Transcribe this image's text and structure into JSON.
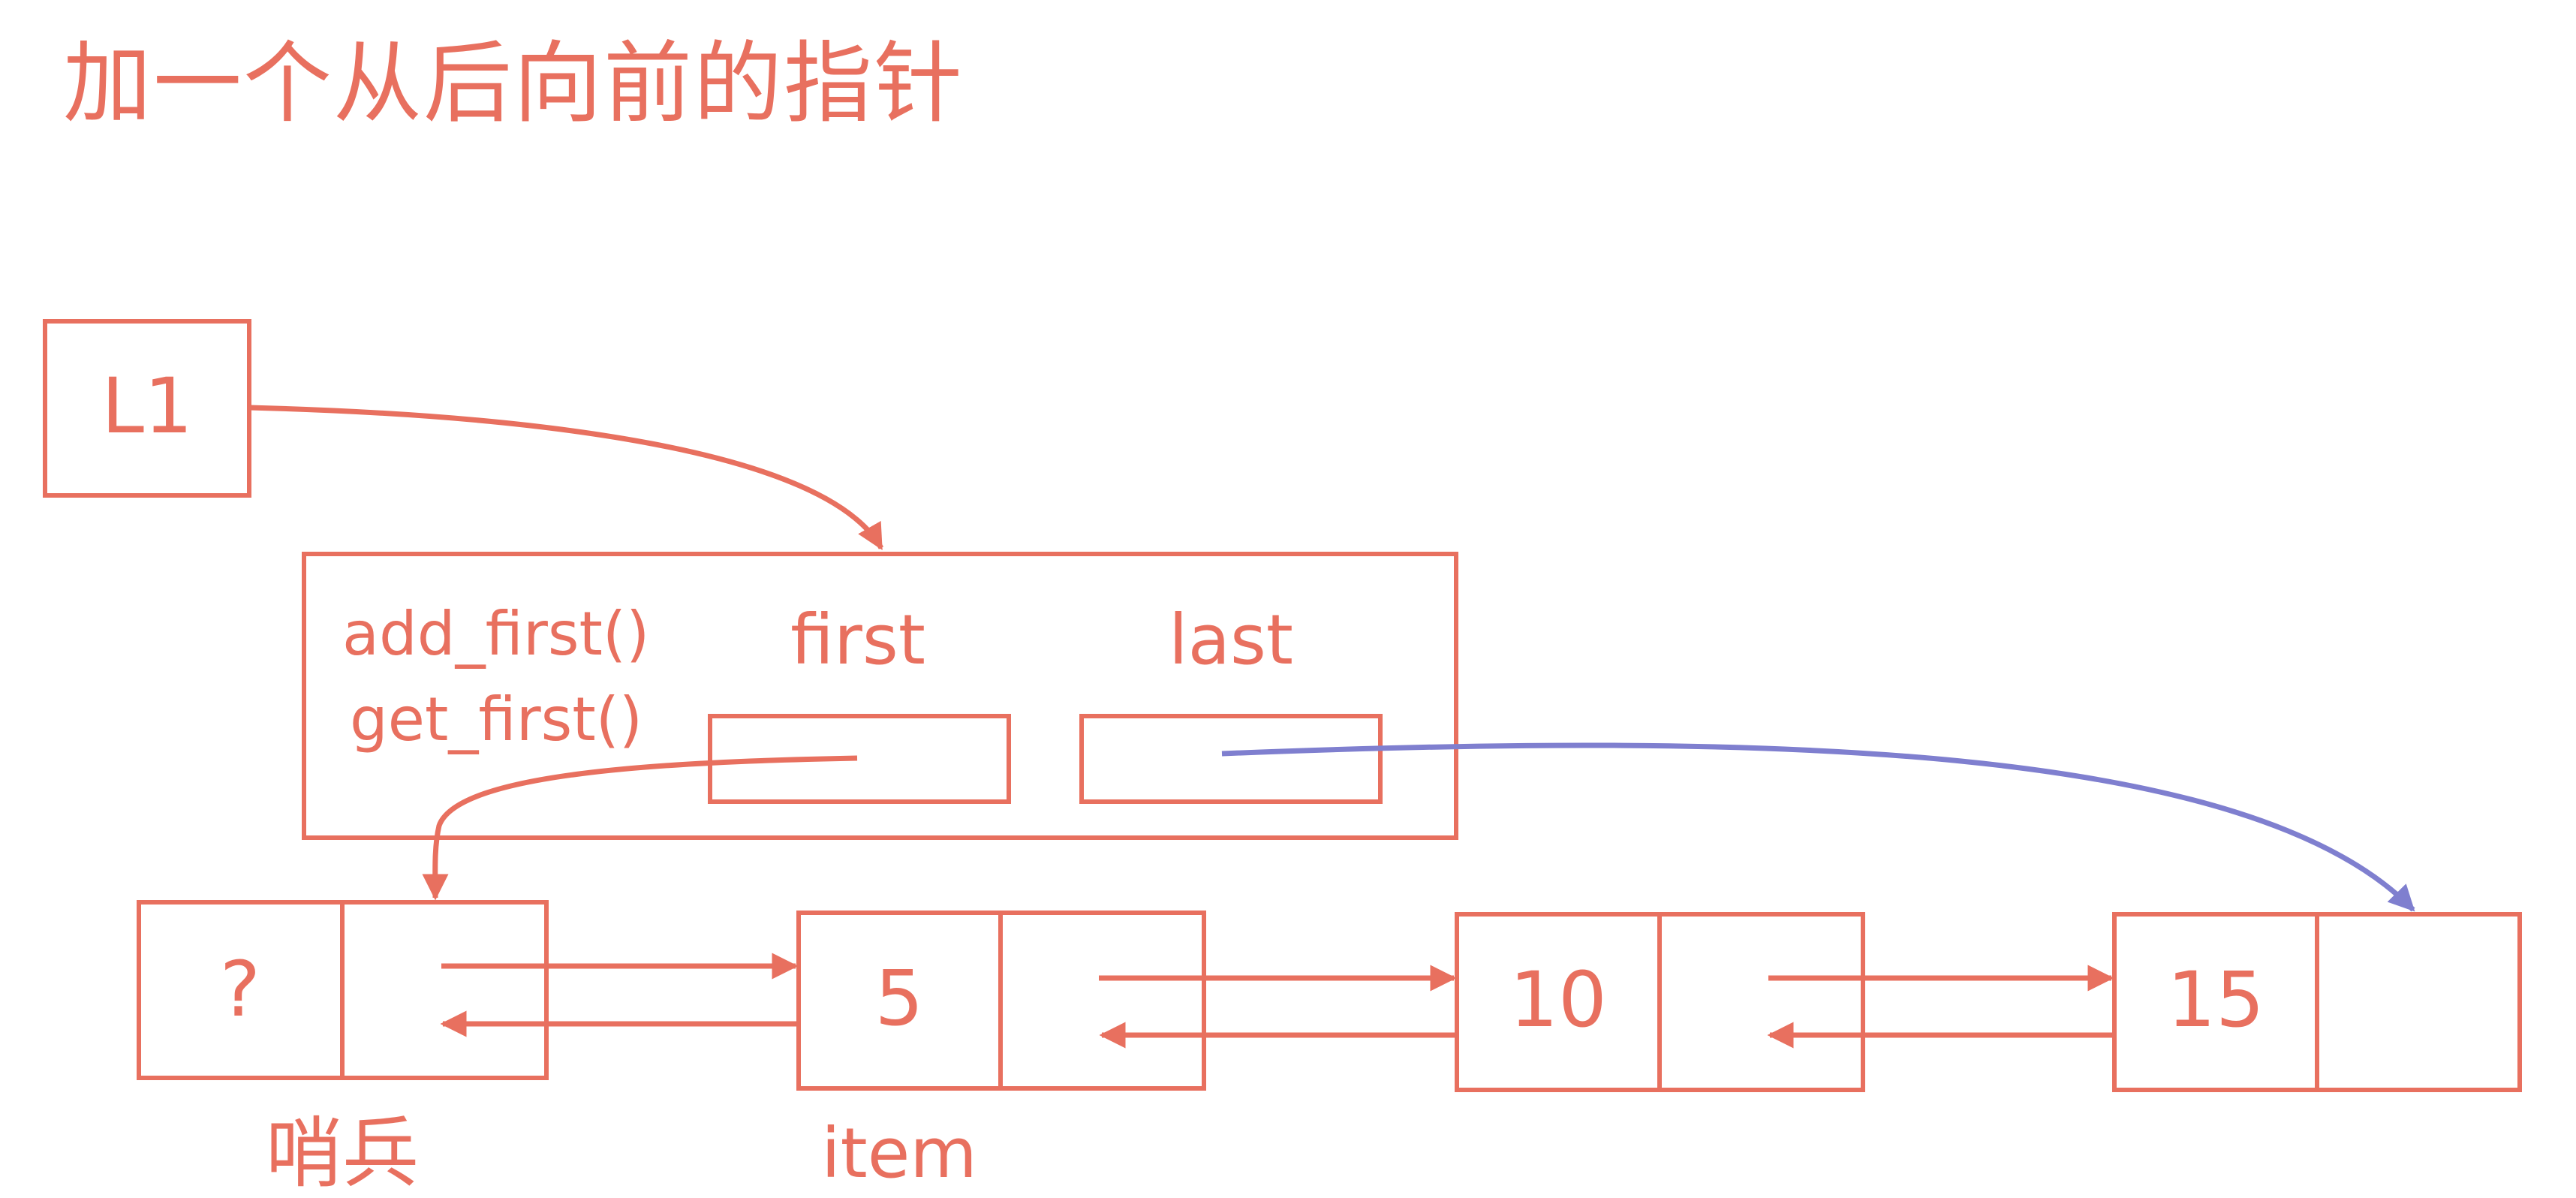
{
  "title": "加一个从后向前的指针",
  "colors": {
    "main": "#e8705f",
    "last_pointer": "#7f7fcf",
    "background": "#ffffff"
  },
  "list_var": {
    "label": "L1"
  },
  "list_object": {
    "methods": [
      "add_first()",
      "get_first()"
    ],
    "first_label": "first",
    "last_label": "last"
  },
  "nodes": [
    {
      "item": "?",
      "caption": "哨兵"
    },
    {
      "item": "5",
      "caption": "item"
    },
    {
      "item": "10",
      "caption": ""
    },
    {
      "item": "15",
      "caption": ""
    }
  ]
}
